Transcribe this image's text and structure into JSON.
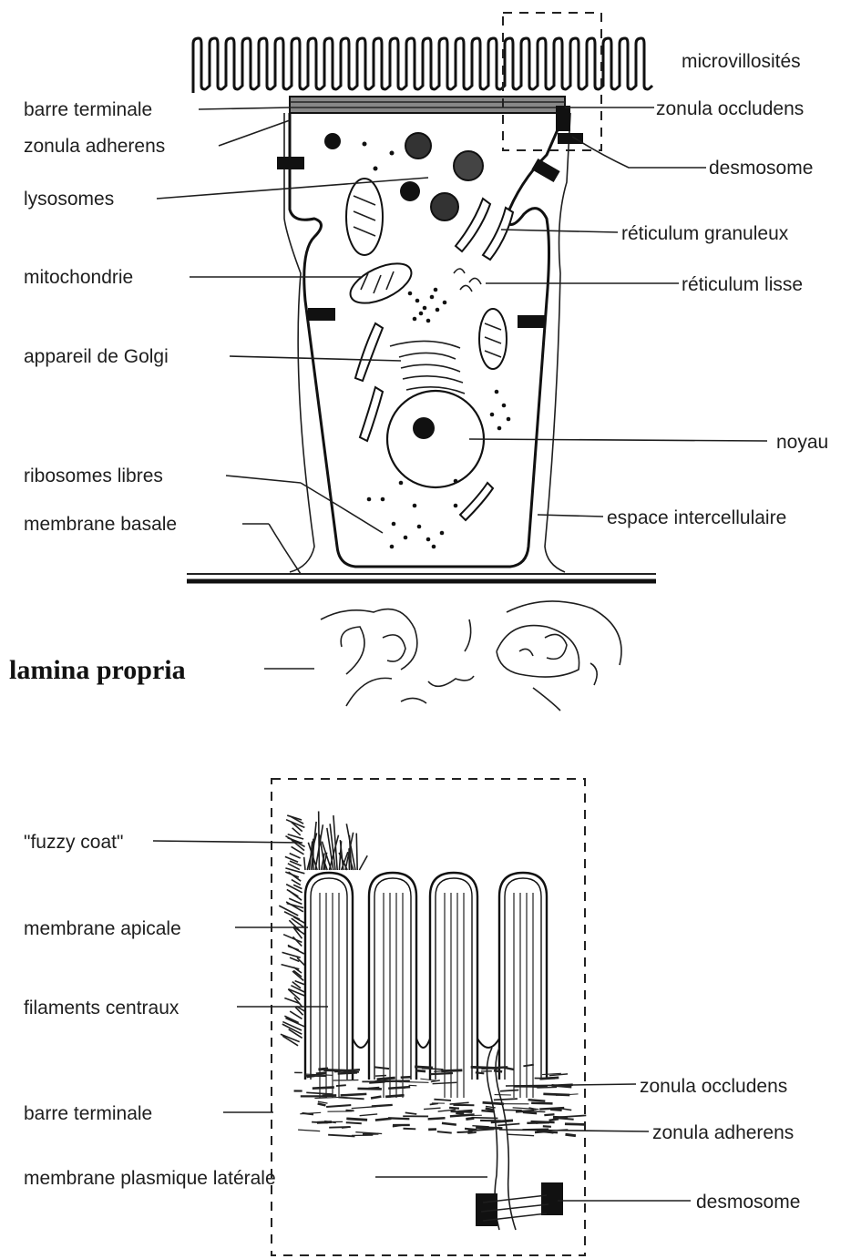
{
  "top_diagram": {
    "labels_left": [
      "barre terminale",
      "zonula adherens",
      "lysosomes",
      "mitochondrie",
      "appareil de Golgi",
      "ribosomes libres",
      "membrane basale"
    ],
    "labels_right": [
      "microvillosités",
      "zonula occludens",
      "desmosome",
      "réticulum granuleux",
      "réticulum lisse",
      "noyau",
      "espace intercellulaire"
    ],
    "lamina_label": "lamina propria"
  },
  "bottom_diagram": {
    "labels_left": [
      "\"fuzzy coat\"",
      "membrane apicale",
      "filaments centraux",
      "barre terminale",
      "membrane plasmique latérale"
    ],
    "labels_right": [
      "zonula occludens",
      "zonula adherens",
      "desmosome"
    ]
  }
}
